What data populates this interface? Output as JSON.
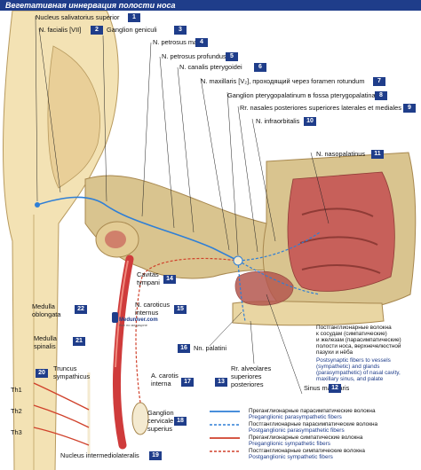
{
  "title": "Вегетативная иннервация полости носа",
  "watermark": {
    "name": "Meduniver.com",
    "tagline": "Все по медицине"
  },
  "labels": {
    "l1": "Nucleus salivatorius superior",
    "l2": "N. facialis [VII]",
    "l3": "Ganglion geniculi",
    "l4": "N. petrosus major",
    "l5": "N. petrosus profundus",
    "l6": "N. canalis pterygoidei",
    "l7": "N. maxillaris [V₂], проходящий через foramen rotundum",
    "l8": "Ganglion pterygopalatinum в fossa pterygopalatina",
    "l9": "Rr. nasales posteriores superiores laterales et mediales",
    "l10": "N. infraorbitalis",
    "l11": "N. nasopalatinus",
    "l12": "Sinus maxillaris",
    "l13a": "Rr. alveolares",
    "l13b": "superiores",
    "l13c": "posteriores",
    "l14a": "Cavitas",
    "l14b": "tympani",
    "l15a": "N. caroticus",
    "l15b": "internus",
    "l16": "Nn. palatini",
    "l17a": "A. carotis",
    "l17b": "interna",
    "l18a": "Ganglion",
    "l18b": "cervicale",
    "l18c": "superius",
    "l19": "Nucleus intermediolateralis",
    "l20a": "Truncus",
    "l20b": "sympathicus",
    "l21a": "Medulla",
    "l21b": "spinalis",
    "l22a": "Medulla",
    "l22b": "oblongata",
    "th1": "Th1",
    "th2": "Th2",
    "th3": "Th3",
    "post_ru_1": "Постганглионарные волокна",
    "post_ru_2": "к сосудам (симпатические)",
    "post_ru_3": "и железам (парасимпатические)",
    "post_ru_4": "полости носа, верхнечелюстной",
    "post_ru_5": "пазухи и нёба",
    "post_en_1": "Postsynaptic fibers to vessels",
    "post_en_2": "(sympathetic) and glands",
    "post_en_3": "(parasympathetic) of nasal cavity,",
    "post_en_4": "maxillary sinus, and palate"
  },
  "numbers": [
    "1",
    "2",
    "3",
    "4",
    "5",
    "6",
    "7",
    "8",
    "9",
    "10",
    "11",
    "12",
    "13",
    "14",
    "15",
    "16",
    "17",
    "18",
    "19",
    "20",
    "21",
    "22"
  ],
  "legend": [
    {
      "ru": "Преганглионарные парасимпатические волокна",
      "en": "Preganglionic parasympathetic fibers",
      "color": "#2f7fd6",
      "dash": false
    },
    {
      "ru": "Постганглионарные парасимпатические волокна",
      "en": "Postganglionic parasympathetic fibers",
      "color": "#2f7fd6",
      "dash": true
    },
    {
      "ru": "Преганглионарные симпатические волокна",
      "en": "Preganglionic sympathetic fibers",
      "color": "#d0412b",
      "dash": false
    },
    {
      "ru": "Постганглионарные симпатические волокна",
      "en": "Postganglionic sympathetic fibers",
      "color": "#d0412b",
      "dash": true
    }
  ],
  "colors": {
    "badge": "#1f3d8a",
    "bone": "#d9c48f",
    "brainstem": "#f3e2b4",
    "mucosa": "#c7605a",
    "artery": "#cf3b3b",
    "nerve": "#f4ead0"
  }
}
